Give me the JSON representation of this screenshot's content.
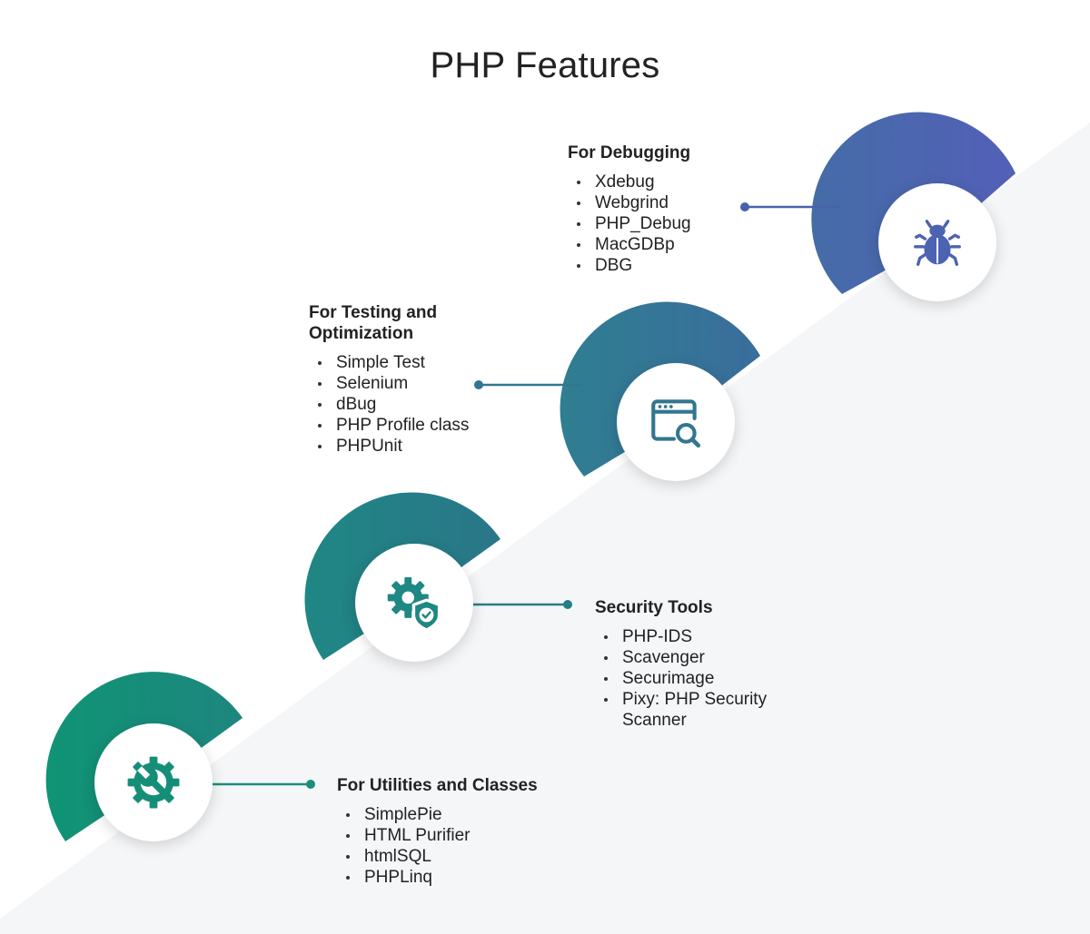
{
  "title": "PHP Features",
  "colors": {
    "stage1": "#159078",
    "stage2": "#227f86",
    "stage3": "#337793",
    "stage4": "#4762b0",
    "background_light": "#f5f6f8"
  },
  "stages": [
    {
      "title": "For Utilities and Classes",
      "icon": "wrench-gear-icon",
      "items": [
        "SimplePie",
        "HTML Purifier",
        "htmlSQL",
        "PHPLinq"
      ]
    },
    {
      "title": "Security Tools",
      "icon": "gear-shield-icon",
      "items": [
        "PHP-IDS",
        "Scavenger",
        "Securimage",
        "Pixy: PHP Security Scanner"
      ]
    },
    {
      "title": "For Testing and Optimization",
      "icon": "browser-search-icon",
      "items": [
        "Simple Test",
        "Selenium",
        "dBug",
        "PHP Profile class",
        "PHPUnit"
      ]
    },
    {
      "title": "For Debugging",
      "icon": "bug-icon",
      "items": [
        "Xdebug",
        "Webgrind",
        "PHP_Debug",
        "MacGDBp",
        "DBG"
      ]
    }
  ]
}
